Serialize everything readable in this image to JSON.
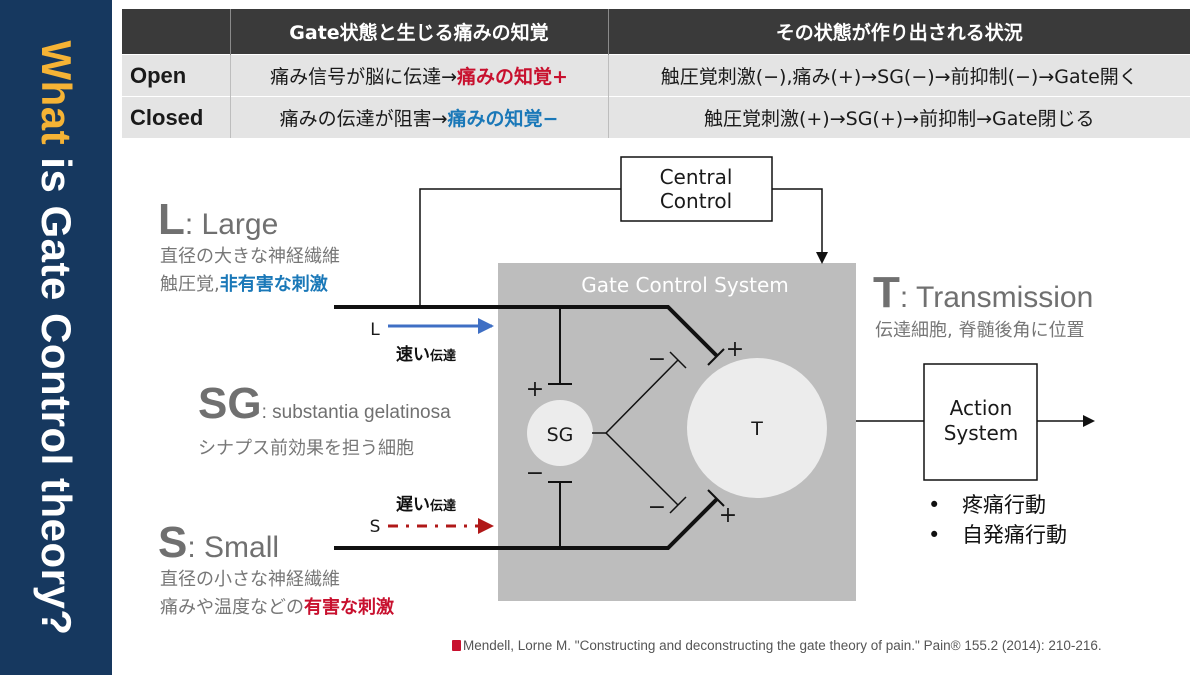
{
  "sidebar": {
    "title_highlight": "What",
    "title_rest": " is Gate Control theory?"
  },
  "table": {
    "headers": [
      "",
      "Gate状態と生じる痛みの知覚",
      "その状態が作り出される状況"
    ],
    "rows": [
      {
        "state": "Open",
        "perception_plain": "痛み信号が脳に伝達→",
        "perception_em": "痛みの知覚+",
        "situation": "触圧覚刺激(−),痛み(+)→SG(−)→前抑制(−)→Gate開く"
      },
      {
        "state": "Closed",
        "perception_plain": "痛みの伝達が阻害→",
        "perception_em": "痛みの知覚−",
        "situation": "触圧覚刺激(+)→SG(+)→前抑制→Gate閉じる"
      }
    ]
  },
  "diagram": {
    "large": {
      "letter": "L",
      "rest": ": Large",
      "line1": "直径の大きな神経繊維",
      "line2_plain": "触圧覚,",
      "line2_em": "非有害な刺激"
    },
    "sg": {
      "letter": "SG",
      "rest": ": substantia gelatinosa",
      "line1": "シナプス前効果を担う細胞"
    },
    "small": {
      "letter": "S",
      "rest": ": Small",
      "line1": "直径の小さな神経繊維",
      "line2_plain": "痛みや温度などの",
      "line2_em": "有害な刺激"
    },
    "transmission": {
      "letter": "T",
      "rest": ": Transmission",
      "line1": "伝達細胞, 脊髄後角に位置"
    },
    "central_control": [
      "Central",
      "Control"
    ],
    "gate_system_label": "Gate Control System",
    "sg_node": "SG",
    "t_node": "T",
    "fiber_L": "L",
    "fiber_S": "S",
    "fast_main": "速い",
    "fast_small": "伝達",
    "slow_main": "遅い",
    "slow_small": "伝達",
    "action_system": [
      "Action",
      "System"
    ],
    "signs": {
      "plus": "+",
      "minus": "−"
    },
    "behaviors": [
      "疼痛行動",
      "自発痛行動"
    ]
  },
  "citation": "Mendell, Lorne M. \"Constructing and deconstructing the gate theory of pain.\" Pain® 155.2 (2014): 210-216.",
  "colors": {
    "sidebar": "#16385f",
    "accent": "#f5b335",
    "red": "#c8102e",
    "blue": "#1a78b8"
  }
}
